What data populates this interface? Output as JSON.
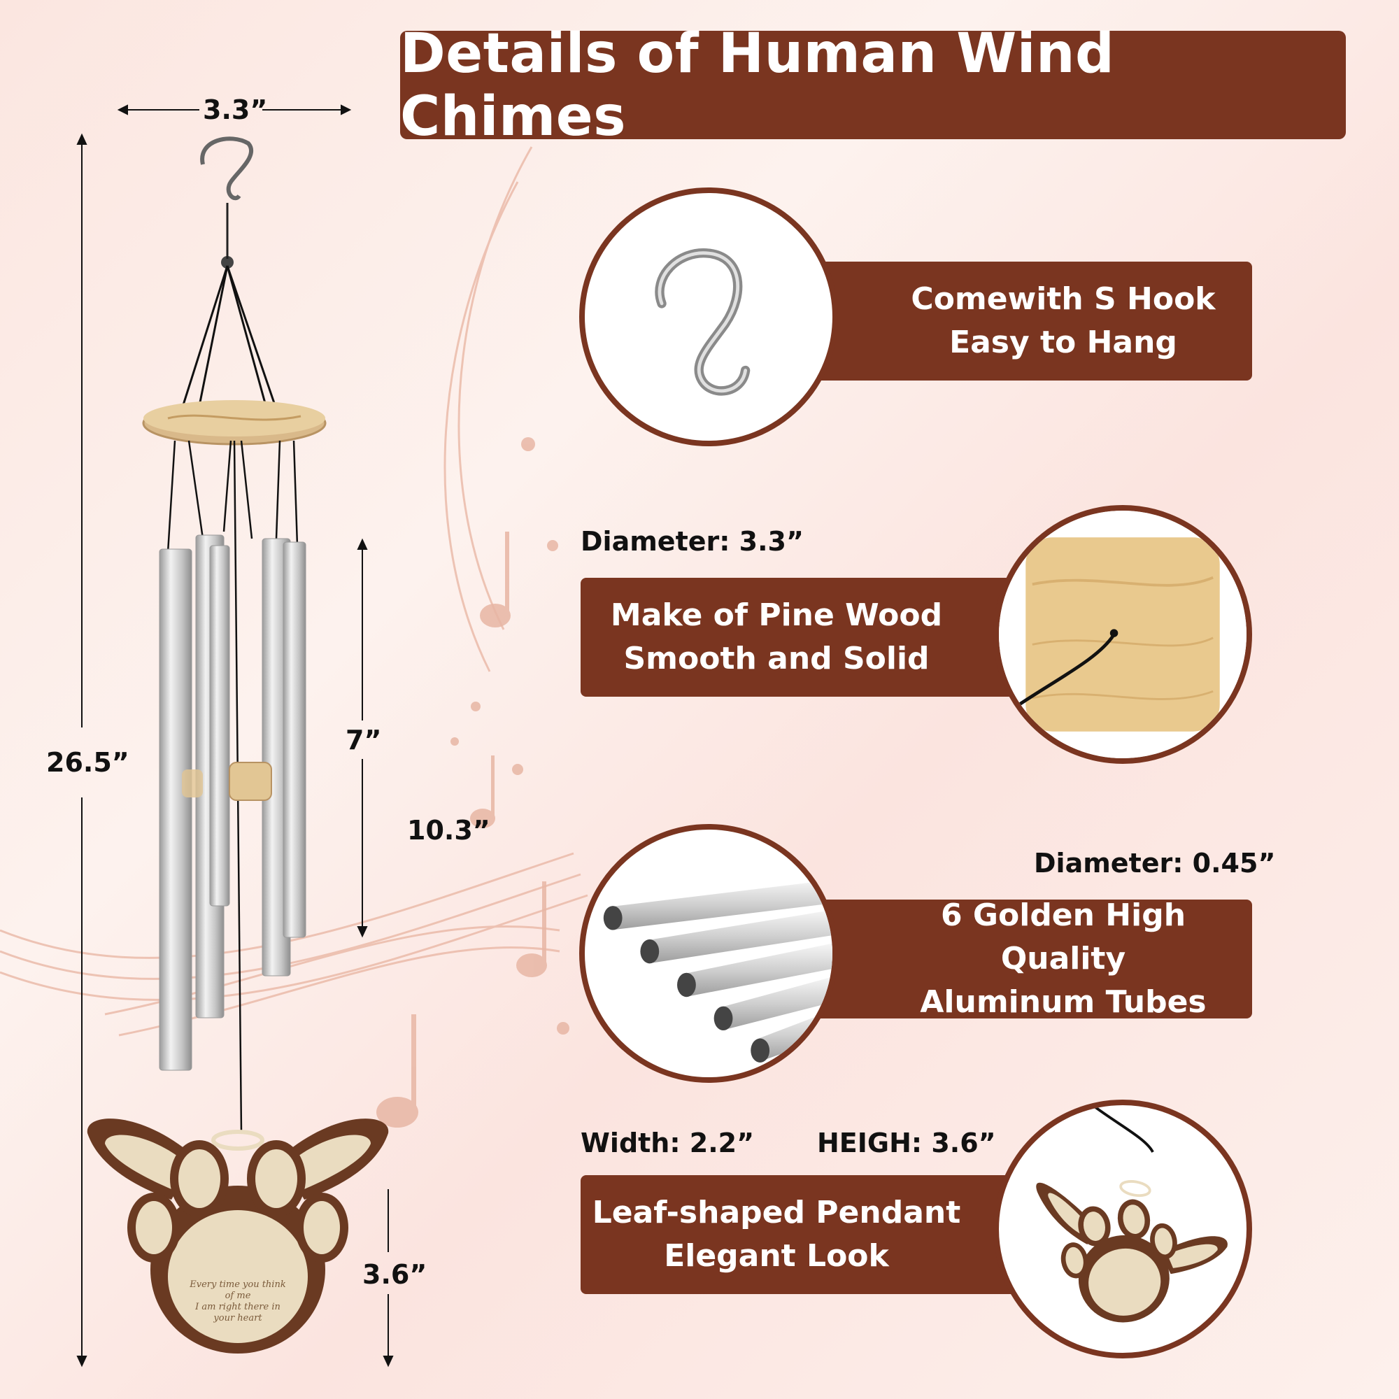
{
  "title": "Details of Human Wind Chimes",
  "dimensions": {
    "top_width": "3.3”",
    "total_height": "26.5”",
    "short_tube": "7”",
    "long_tube": "10.3”",
    "pendant_height": "3.6”"
  },
  "features": [
    {
      "line1": "Comewith S Hook",
      "line2": "Easy to Hang",
      "icon": "s-hook-icon"
    },
    {
      "spec": "Diameter: 3.3”",
      "line1": "Make of Pine Wood",
      "line2": "Smooth and Solid",
      "icon": "pine-wood-disc-icon"
    },
    {
      "spec": "Diameter: 0.45”",
      "line1": "6 Golden High Quality",
      "line2": "Aluminum Tubes",
      "icon": "aluminum-tubes-icon"
    },
    {
      "spec_width": "Width: 2.2”",
      "spec_height": "HEIGH: 3.6”",
      "line1": "Leaf-shaped Pendant",
      "line2": "Elegant Look",
      "icon": "paw-pendant-icon"
    }
  ],
  "pendant_text": [
    "Every time you think",
    "of me",
    "I am right there in",
    "your heart"
  ],
  "colors": {
    "accent": "#7a3520",
    "background": "#fbe6e0",
    "note": "#e8b6a4"
  }
}
